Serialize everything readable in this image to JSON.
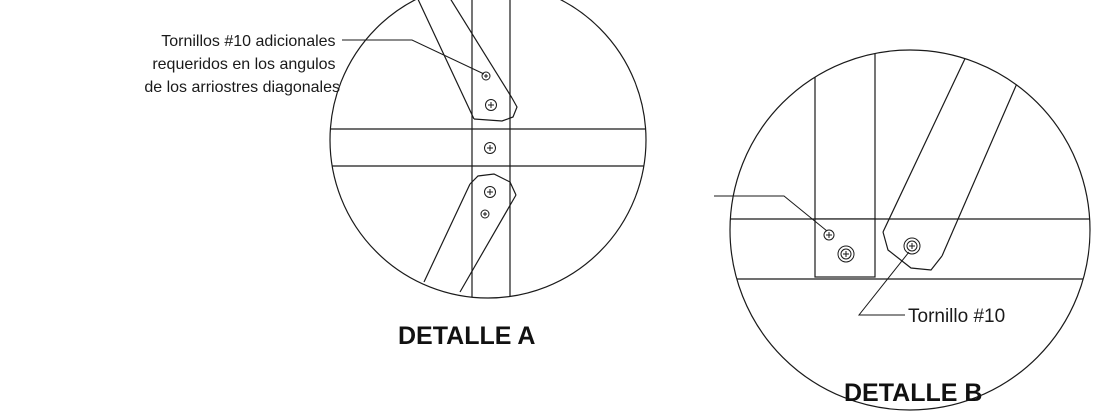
{
  "detail_a": {
    "note_lines": [
      "Tornillos #10 adicionales",
      "requeridos en los angulos",
      "de los arriostres diagonales"
    ],
    "title": "DETALLE A"
  },
  "detail_b": {
    "screw_label": "Tornillo #10",
    "title": "DETALLE B"
  }
}
